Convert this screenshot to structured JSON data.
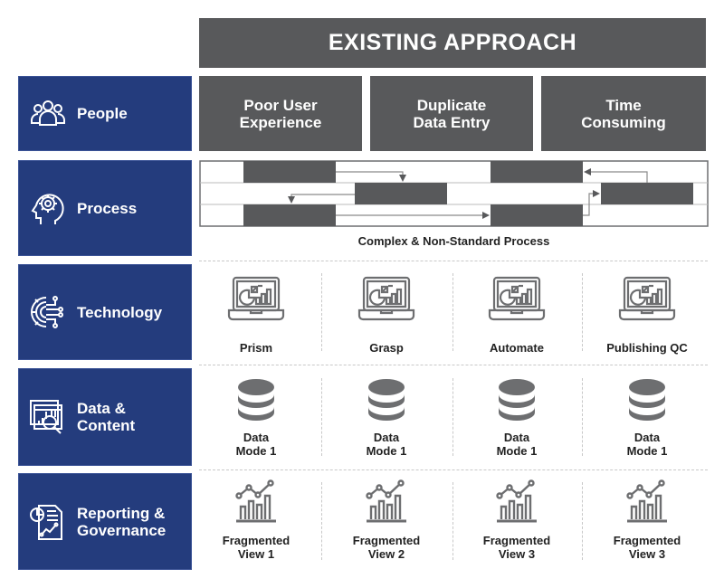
{
  "header": {
    "title": "EXISTING APPROACH"
  },
  "rows": [
    {
      "label": "People",
      "icon": "people-icon"
    },
    {
      "label": "Process",
      "icon": "head-gear-icon"
    },
    {
      "label": "Technology",
      "icon": "circuit-gear-icon"
    },
    {
      "label_line1": "Data &",
      "label_line2": "Content",
      "icon": "data-search-icon"
    },
    {
      "label_line1": "Reporting &",
      "label_line2": "Governance",
      "icon": "report-document-icon"
    }
  ],
  "people": {
    "boxes": [
      {
        "line1": "Poor User",
        "line2": "Experience"
      },
      {
        "line1": "Duplicate",
        "line2": "Data Entry"
      },
      {
        "line1": "Time",
        "line2": "Consuming"
      }
    ]
  },
  "process": {
    "caption": "Complex & Non-Standard Process"
  },
  "technology": {
    "items": [
      {
        "label": "Prism",
        "icon": "laptop-analytics-icon"
      },
      {
        "label": "Grasp",
        "icon": "laptop-analytics-icon"
      },
      {
        "label": "Automate",
        "icon": "laptop-analytics-icon"
      },
      {
        "label": "Publishing QC",
        "icon": "laptop-analytics-icon"
      }
    ]
  },
  "data_content": {
    "items": [
      {
        "line1": "Data",
        "line2": "Mode 1",
        "icon": "database-icon"
      },
      {
        "line1": "Data",
        "line2": "Mode 1",
        "icon": "database-icon"
      },
      {
        "line1": "Data",
        "line2": "Mode 1",
        "icon": "database-icon"
      },
      {
        "line1": "Data",
        "line2": "Mode 1",
        "icon": "database-icon"
      }
    ]
  },
  "reporting": {
    "items": [
      {
        "line1": "Fragmented",
        "line2": "View 1",
        "icon": "bar-line-chart-icon"
      },
      {
        "line1": "Fragmented",
        "line2": "View 2",
        "icon": "bar-line-chart-icon"
      },
      {
        "line1": "Fragmented",
        "line2": "View 3",
        "icon": "bar-line-chart-icon"
      },
      {
        "line1": "Fragmented",
        "line2": "View 3",
        "icon": "bar-line-chart-icon"
      }
    ]
  },
  "colors": {
    "navy": "#243c7d",
    "dark_gray": "#58595b",
    "icon_gray": "#6d6e70"
  }
}
